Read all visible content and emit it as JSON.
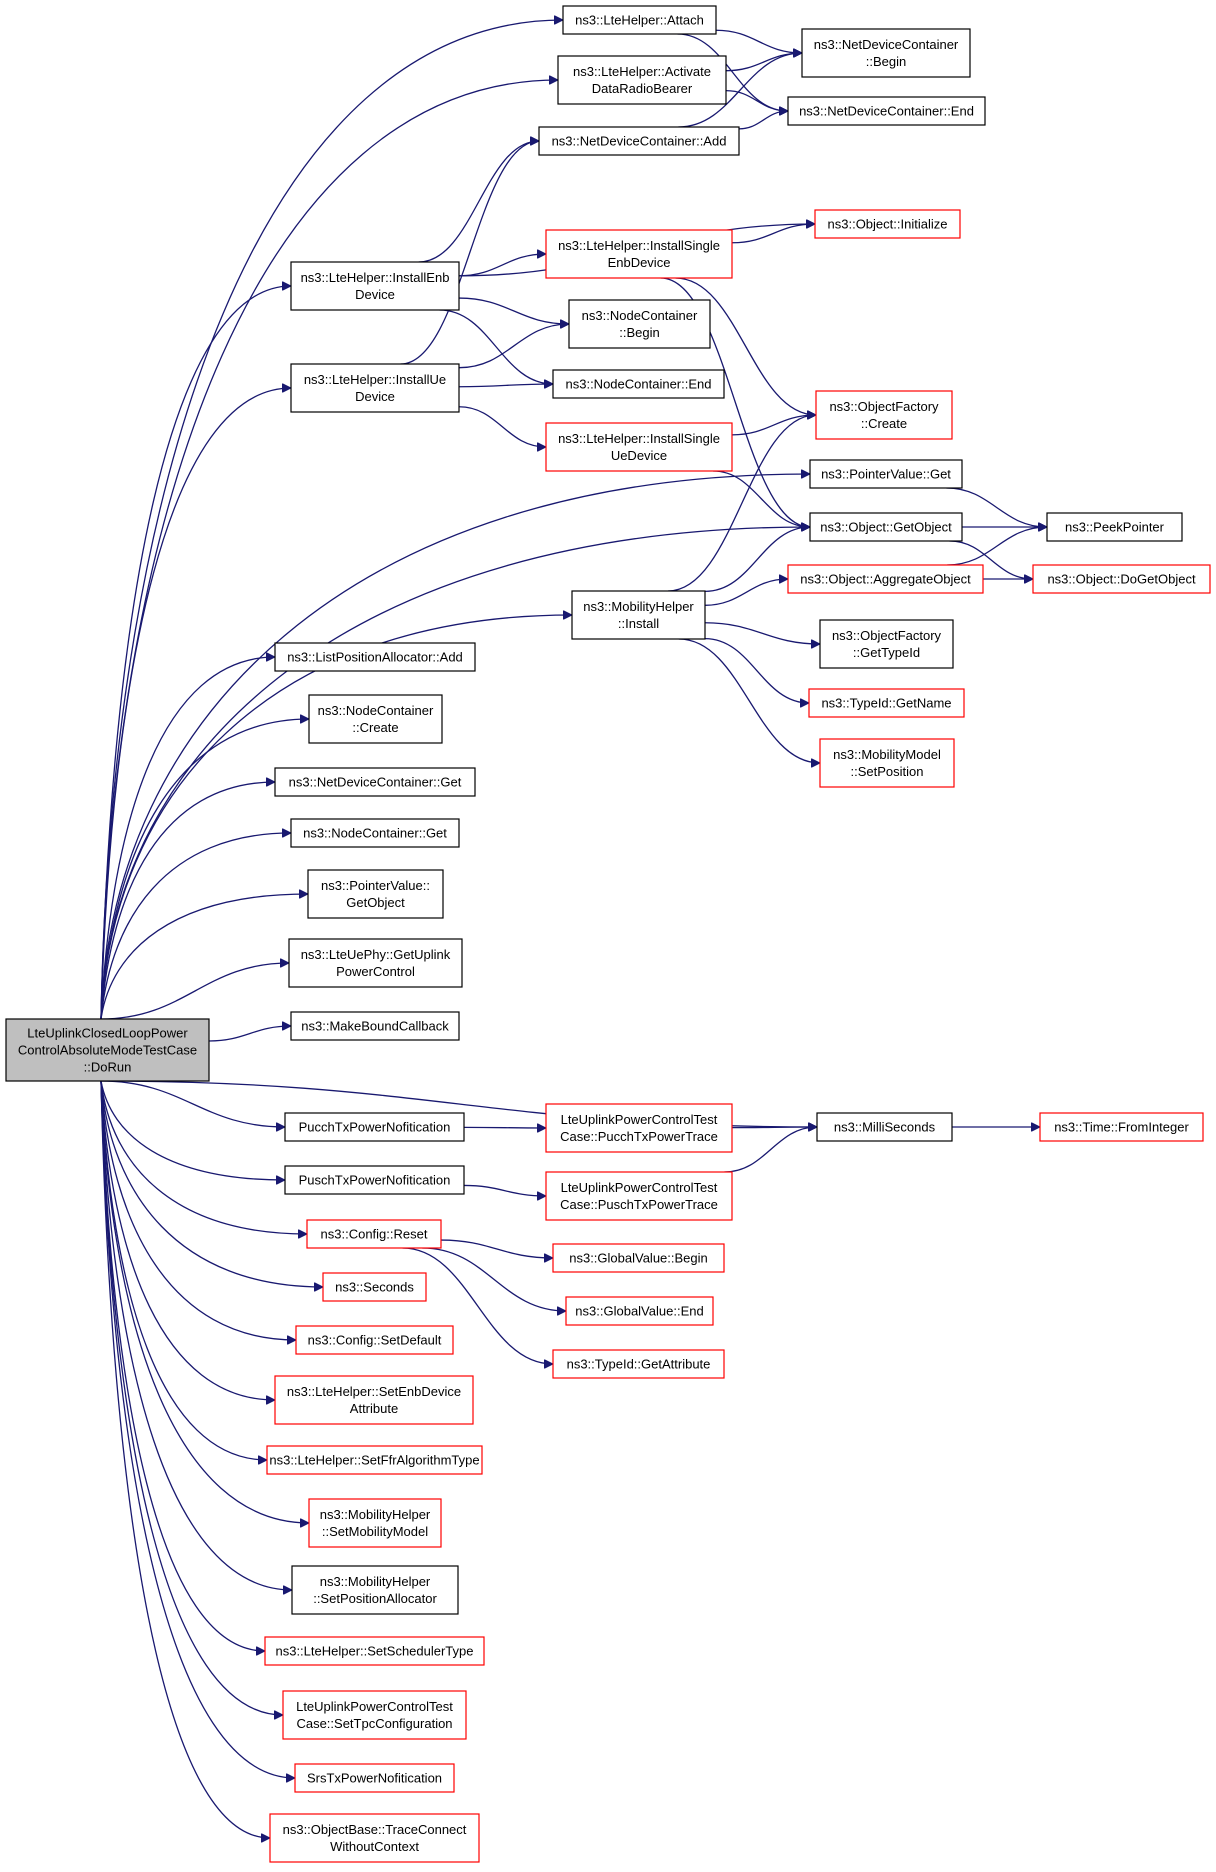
{
  "colors": {
    "edge": "#191970",
    "node_border": "#000000",
    "node_border_missing": "#ff0000",
    "node_fill": "#ffffff",
    "root_fill": "#bfbfbf"
  },
  "root": {
    "lines": [
      "LteUplinkClosedLoopPower",
      "ControlAbsoluteModeTestCase",
      "::DoRun"
    ]
  },
  "nodes": [
    {
      "id": "attach",
      "lines": [
        "ns3::LteHelper::Attach"
      ],
      "missing": false
    },
    {
      "id": "activate",
      "lines": [
        "ns3::LteHelper::Activate",
        "DataRadioBearer"
      ],
      "missing": false
    },
    {
      "id": "ndc_begin",
      "lines": [
        "ns3::NetDeviceContainer",
        "::Begin"
      ],
      "missing": false
    },
    {
      "id": "ndc_end",
      "lines": [
        "ns3::NetDeviceContainer::End"
      ],
      "missing": false
    },
    {
      "id": "ndc_add",
      "lines": [
        "ns3::NetDeviceContainer::Add"
      ],
      "missing": false
    },
    {
      "id": "obj_init",
      "lines": [
        "ns3::Object::Initialize"
      ],
      "missing": true
    },
    {
      "id": "install_single_enb",
      "lines": [
        "ns3::LteHelper::InstallSingle",
        "EnbDevice"
      ],
      "missing": true
    },
    {
      "id": "install_enb",
      "lines": [
        "ns3::LteHelper::InstallEnb",
        "Device"
      ],
      "missing": false
    },
    {
      "id": "nc_begin",
      "lines": [
        "ns3::NodeContainer",
        "::Begin"
      ],
      "missing": false
    },
    {
      "id": "nc_end",
      "lines": [
        "ns3::NodeContainer::End"
      ],
      "missing": false
    },
    {
      "id": "install_ue",
      "lines": [
        "ns3::LteHelper::InstallUe",
        "Device"
      ],
      "missing": false
    },
    {
      "id": "of_create",
      "lines": [
        "ns3::ObjectFactory",
        "::Create"
      ],
      "missing": true
    },
    {
      "id": "install_single_ue",
      "lines": [
        "ns3::LteHelper::InstallSingle",
        "UeDevice"
      ],
      "missing": true
    },
    {
      "id": "pv_get",
      "lines": [
        "ns3::PointerValue::Get"
      ],
      "missing": false
    },
    {
      "id": "obj_getobject",
      "lines": [
        "ns3::Object::GetObject"
      ],
      "missing": false
    },
    {
      "id": "peekpointer",
      "lines": [
        "ns3::PeekPointer"
      ],
      "missing": false
    },
    {
      "id": "mh_install",
      "lines": [
        "ns3::MobilityHelper",
        "::Install"
      ],
      "missing": false
    },
    {
      "id": "obj_aggregate",
      "lines": [
        "ns3::Object::AggregateObject"
      ],
      "missing": true
    },
    {
      "id": "obj_dogetobject",
      "lines": [
        "ns3::Object::DoGetObject"
      ],
      "missing": true
    },
    {
      "id": "of_gettypeid",
      "lines": [
        "ns3::ObjectFactory",
        "::GetTypeId"
      ],
      "missing": false
    },
    {
      "id": "typeid_getname",
      "lines": [
        "ns3::TypeId::GetName"
      ],
      "missing": true
    },
    {
      "id": "mm_setposition",
      "lines": [
        "ns3::MobilityModel",
        "::SetPosition"
      ],
      "missing": true
    },
    {
      "id": "lpa_add",
      "lines": [
        "ns3::ListPositionAllocator::Add"
      ],
      "missing": false
    },
    {
      "id": "nc_create",
      "lines": [
        "ns3::NodeContainer",
        "::Create"
      ],
      "missing": false
    },
    {
      "id": "ndc_get",
      "lines": [
        "ns3::NetDeviceContainer::Get"
      ],
      "missing": false
    },
    {
      "id": "nc_get",
      "lines": [
        "ns3::NodeContainer::Get"
      ],
      "missing": false
    },
    {
      "id": "pv_getobject",
      "lines": [
        "ns3::PointerValue::",
        "GetObject"
      ],
      "missing": false
    },
    {
      "id": "uephy_getuplink",
      "lines": [
        "ns3::LteUePhy::GetUplink",
        "PowerControl"
      ],
      "missing": false
    },
    {
      "id": "makeboundcallback",
      "lines": [
        "ns3::MakeBoundCallback"
      ],
      "missing": false
    },
    {
      "id": "millis",
      "lines": [
        "ns3::MilliSeconds"
      ],
      "missing": false
    },
    {
      "id": "time_frominteger",
      "lines": [
        "ns3::Time::FromInteger"
      ],
      "missing": true
    },
    {
      "id": "pucch_notif",
      "lines": [
        "PucchTxPowerNofitication"
      ],
      "missing": false
    },
    {
      "id": "pucch_trace",
      "lines": [
        "LteUplinkPowerControlTest",
        "Case::PucchTxPowerTrace"
      ],
      "missing": true
    },
    {
      "id": "pusch_notif",
      "lines": [
        "PuschTxPowerNofitication"
      ],
      "missing": false
    },
    {
      "id": "pusch_trace",
      "lines": [
        "LteUplinkPowerControlTest",
        "Case::PuschTxPowerTrace"
      ],
      "missing": true
    },
    {
      "id": "config_reset",
      "lines": [
        "ns3::Config::Reset"
      ],
      "missing": true
    },
    {
      "id": "gv_begin",
      "lines": [
        "ns3::GlobalValue::Begin"
      ],
      "missing": true
    },
    {
      "id": "gv_end",
      "lines": [
        "ns3::GlobalValue::End"
      ],
      "missing": true
    },
    {
      "id": "typeid_getattr",
      "lines": [
        "ns3::TypeId::GetAttribute"
      ],
      "missing": true
    },
    {
      "id": "seconds",
      "lines": [
        "ns3::Seconds"
      ],
      "missing": true
    },
    {
      "id": "config_setdefault",
      "lines": [
        "ns3::Config::SetDefault"
      ],
      "missing": true
    },
    {
      "id": "set_enb_attr",
      "lines": [
        "ns3::LteHelper::SetEnbDevice",
        "Attribute"
      ],
      "missing": true
    },
    {
      "id": "set_ffr",
      "lines": [
        "ns3::LteHelper::SetFfrAlgorithmType"
      ],
      "missing": true
    },
    {
      "id": "mh_setmobility",
      "lines": [
        "ns3::MobilityHelper",
        "::SetMobilityModel"
      ],
      "missing": true
    },
    {
      "id": "mh_setposalloc",
      "lines": [
        "ns3::MobilityHelper",
        "::SetPositionAllocator"
      ],
      "missing": false
    },
    {
      "id": "set_scheduler",
      "lines": [
        "ns3::LteHelper::SetSchedulerType"
      ],
      "missing": true
    },
    {
      "id": "set_tpc",
      "lines": [
        "LteUplinkPowerControlTest",
        "Case::SetTpcConfiguration"
      ],
      "missing": true
    },
    {
      "id": "srs_notif",
      "lines": [
        "SrsTxPowerNofitication"
      ],
      "missing": true
    },
    {
      "id": "trace_connect",
      "lines": [
        "ns3::ObjectBase::TraceConnect",
        "WithoutContext"
      ],
      "missing": true
    }
  ],
  "edges": [
    [
      "root",
      "attach"
    ],
    [
      "root",
      "activate"
    ],
    [
      "root",
      "install_enb"
    ],
    [
      "root",
      "install_ue"
    ],
    [
      "root",
      "pv_get"
    ],
    [
      "root",
      "obj_getobject"
    ],
    [
      "root",
      "mh_install"
    ],
    [
      "root",
      "lpa_add"
    ],
    [
      "root",
      "nc_create"
    ],
    [
      "root",
      "ndc_get"
    ],
    [
      "root",
      "nc_get"
    ],
    [
      "root",
      "pv_getobject"
    ],
    [
      "root",
      "uephy_getuplink"
    ],
    [
      "root",
      "makeboundcallback"
    ],
    [
      "root",
      "millis"
    ],
    [
      "root",
      "pucch_notif"
    ],
    [
      "root",
      "pusch_notif"
    ],
    [
      "root",
      "config_reset"
    ],
    [
      "root",
      "seconds"
    ],
    [
      "root",
      "config_setdefault"
    ],
    [
      "root",
      "set_enb_attr"
    ],
    [
      "root",
      "set_ffr"
    ],
    [
      "root",
      "mh_setmobility"
    ],
    [
      "root",
      "mh_setposalloc"
    ],
    [
      "root",
      "set_scheduler"
    ],
    [
      "root",
      "set_tpc"
    ],
    [
      "root",
      "srs_notif"
    ],
    [
      "root",
      "trace_connect"
    ],
    [
      "attach",
      "ndc_begin"
    ],
    [
      "attach",
      "ndc_end"
    ],
    [
      "activate",
      "ndc_begin"
    ],
    [
      "activate",
      "ndc_end"
    ],
    [
      "ndc_add",
      "ndc_begin"
    ],
    [
      "ndc_add",
      "ndc_end"
    ],
    [
      "install_enb",
      "ndc_add"
    ],
    [
      "install_enb",
      "obj_init"
    ],
    [
      "install_enb",
      "install_single_enb"
    ],
    [
      "install_enb",
      "nc_begin"
    ],
    [
      "install_enb",
      "nc_end"
    ],
    [
      "install_single_enb",
      "obj_init"
    ],
    [
      "install_single_enb",
      "of_create"
    ],
    [
      "install_single_enb",
      "obj_getobject"
    ],
    [
      "install_ue",
      "ndc_add"
    ],
    [
      "install_ue",
      "nc_begin"
    ],
    [
      "install_ue",
      "nc_end"
    ],
    [
      "install_ue",
      "install_single_ue"
    ],
    [
      "install_single_ue",
      "of_create"
    ],
    [
      "install_single_ue",
      "obj_getobject"
    ],
    [
      "pv_get",
      "peekpointer"
    ],
    [
      "obj_getobject",
      "peekpointer"
    ],
    [
      "obj_getobject",
      "obj_dogetobject"
    ],
    [
      "mh_install",
      "of_create"
    ],
    [
      "mh_install",
      "obj_getobject"
    ],
    [
      "mh_install",
      "obj_aggregate"
    ],
    [
      "mh_install",
      "of_gettypeid"
    ],
    [
      "mh_install",
      "typeid_getname"
    ],
    [
      "mh_install",
      "mm_setposition"
    ],
    [
      "obj_aggregate",
      "peekpointer"
    ],
    [
      "obj_aggregate",
      "obj_dogetobject"
    ],
    [
      "millis",
      "time_frominteger"
    ],
    [
      "pucch_notif",
      "pucch_trace"
    ],
    [
      "pucch_trace",
      "millis"
    ],
    [
      "pusch_notif",
      "pusch_trace"
    ],
    [
      "pusch_trace",
      "millis"
    ],
    [
      "config_reset",
      "gv_begin"
    ],
    [
      "config_reset",
      "gv_end"
    ],
    [
      "config_reset",
      "typeid_getattr"
    ]
  ]
}
